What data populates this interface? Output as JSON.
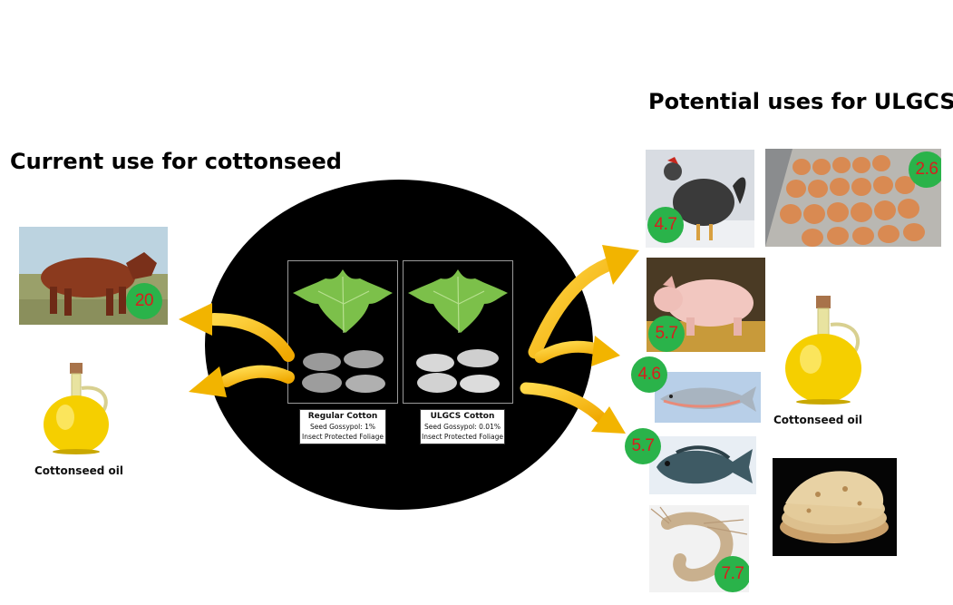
{
  "headings": {
    "left": "Current use for cottonseed",
    "right": "Potential uses for ULGCS"
  },
  "left_items": {
    "cattle_value": "20",
    "oil_label": "Cottonseed oil"
  },
  "center": {
    "regular": {
      "title": "Regular Cotton",
      "line1": "Seed Gossypol: 1%",
      "line2": "Insect Protected Foliage"
    },
    "ulgcs": {
      "title": "ULGCS Cotton",
      "line1": "Seed Gossypol: 0.01%",
      "line2": "Insect Protected Foliage"
    }
  },
  "right_items": {
    "chicken_value": "4.7",
    "eggs_value": "2.6",
    "pig_value": "5.7",
    "salmon_value": "4.6",
    "tilapia_value": "5.7",
    "shrimp_value": "7.7",
    "oil_label": "Cottonseed oil"
  },
  "colors": {
    "badge": "#2ab34a",
    "badge_text": "#d81e1e",
    "arrow": "#f5b800"
  }
}
